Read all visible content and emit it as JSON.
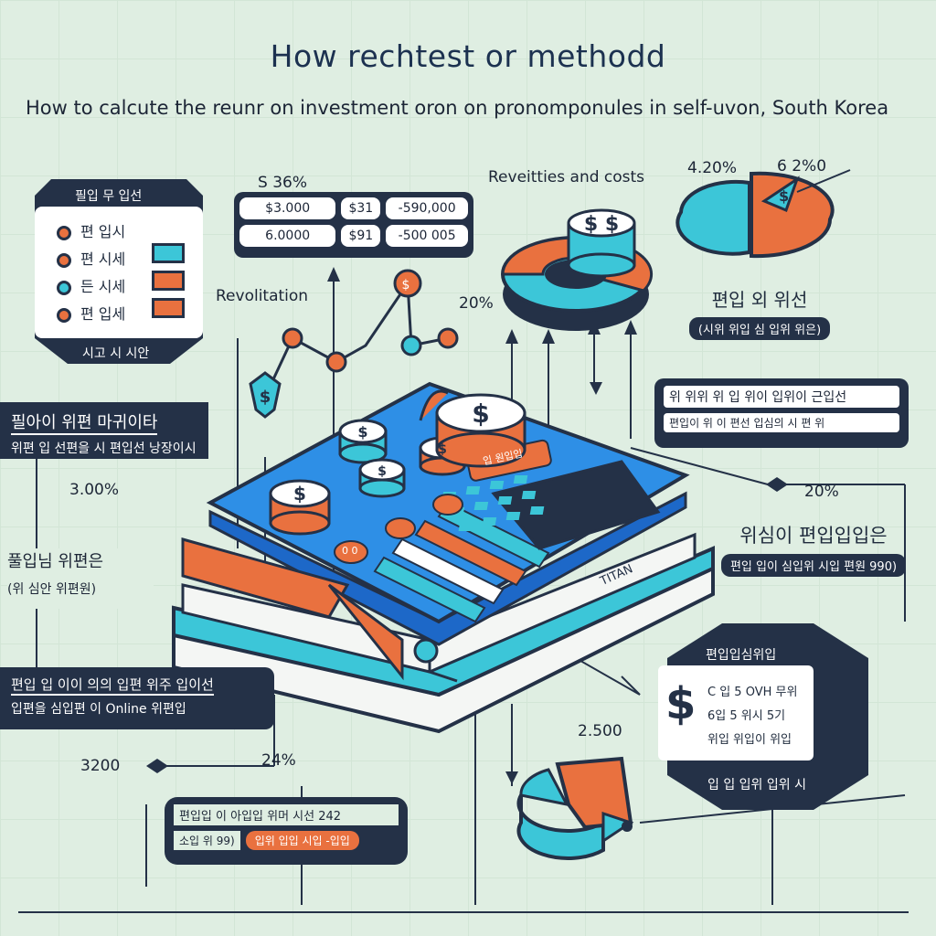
{
  "title": "How rechtest or methodd",
  "subtitle": "How to calcute the reunr on investment oron on pronomponules in self-uvon, South Korea",
  "labels": {
    "top_percent_a": "S 36%",
    "revenue_costs": "Reveitties and costs",
    "pie_left_pct": "4.20%",
    "pie_right_pct": "6 2%0",
    "revolutation": "Revolitation",
    "mid_pct": "20%",
    "left_value": "3.00%",
    "right_pct": "20%",
    "bottom_right_value": "2.500",
    "bottom_left_value": "3200",
    "bottom_mid_pct": "24%"
  },
  "table": {
    "rows": [
      [
        "$3.000",
        "$31",
        "-590,000"
      ],
      [
        "6.0000",
        "$91",
        "-500 005"
      ]
    ]
  },
  "legend_card": {
    "header": "필입 무 입선",
    "items": [
      {
        "text": "편 입시",
        "swatch": ""
      },
      {
        "text": "편 시세",
        "swatch": "#3cc6d8"
      },
      {
        "text": "든 시세",
        "swatch": "#e9713f"
      },
      {
        "text": "편 입세",
        "swatch": "#e9713f"
      }
    ],
    "footer": "시고 시 시안"
  },
  "left_strips": [
    {
      "line1": "필아이 위편 마귀이타",
      "line2": "위편 입 선편을 시 편입선 낭장이시"
    },
    {
      "line1": "풀입님 위편은",
      "line2": "(위 심안 위편원)"
    },
    {
      "line1": "편입 입 이이 의의 입편 위주 입이선",
      "line2": "입편을 심입편 이 Online 위편입"
    }
  ],
  "right_boxes": {
    "box1": {
      "title": "편입 외 위선",
      "sub": "(시위 위입 심 입위 위은)"
    },
    "box2": {
      "line1": "위 위위 위 입 위이 입위이 근입선",
      "line2": "편입이 위 이 편선 입심의 시 편 위"
    },
    "box3": {
      "title": "위심이 편입입입은",
      "sub": "편입 입이 심입위 시입 편원 990)"
    }
  },
  "hex_card": {
    "header": "편입입심위입",
    "lines": [
      "C 입 5 OVH 무위",
      "6입 5 위시 5기",
      "위입 위입이 위입"
    ],
    "footer": "입 입 입위 입위 시"
  },
  "bottom_box": {
    "line1": "편입입 이 아입입 위머 시선 242",
    "line2": "소입 위 99)",
    "pill": "입위 입입 시입 -입입"
  },
  "book": {
    "tag": "0 0",
    "red_label": "입 원입입",
    "spine_text": "TITAN"
  },
  "colors": {
    "navy": "#243147",
    "teal": "#3cc6d8",
    "orange": "#e9713f",
    "blue": "#2e8fe6",
    "bg": "#dfeee2"
  }
}
